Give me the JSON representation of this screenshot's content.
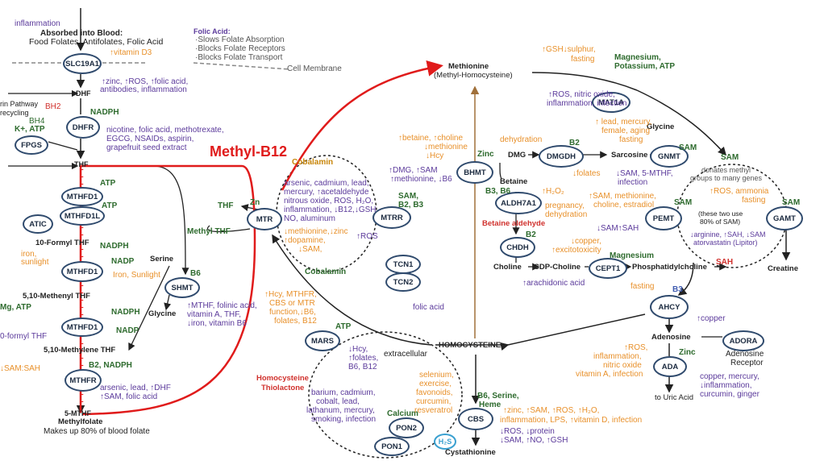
{
  "top_left": {
    "inflammation": "inflammation",
    "absorbed_title": "Absorbed into Blood:",
    "absorbed_items": "Food Folates, Antifolates, Folic Acid",
    "vitamin_d3": "↑vitamin D3",
    "slc_inhib": "↑zinc, ↑ROS, ↑folic acid,",
    "slc_inhib2": "antibodies, inflammation",
    "rin_pathway": "rin Pathway",
    "recycling": "recycling",
    "bh2": "BH2",
    "bh4": "BH4",
    "nadph": "NADPH",
    "k_atp": "K+, ATP",
    "dhfr_inhib1": "nicotine, folic acid, methotrexate,",
    "dhfr_inhib2": "EGCG, NSAIDs, aspirin,",
    "dhfr_inhib3": "grapefruit seed extract"
  },
  "folic_acid": {
    "title": "Folic Acid:",
    "l1": "·Slows Folate Absorption",
    "l2": "·Blocks Folate Receptors",
    "l3": "·Blocks Folate Transport"
  },
  "cell_membrane": "Cell Membrane",
  "nodes": {
    "slc19a1": "SLC19A1",
    "dhfr": "DHFR",
    "fpgs": "FPGS",
    "mthfd1_a": "MTHFD1",
    "mthfd1l": "MTHFD1L",
    "atic": "ATIC",
    "mthfd1_b": "MTHFD1",
    "mthfd1_c": "MTHFD1",
    "mthfr": "MTHFR",
    "shmt": "SHMT",
    "mtr": "MTR",
    "mtrr": "MTRR",
    "tcn1": "TCN1",
    "tcn2": "TCN2",
    "mars": "MARS",
    "pon2": "PON2",
    "pon1": "PON1",
    "cbs": "CBS",
    "bhmt": "BHMT",
    "dmgdh": "DMGDH",
    "aldh7a1": "ALDH7A1",
    "chdh": "CHDH",
    "cept1": "CEPT1",
    "mat1a": "MAT1A",
    "gnmt": "GNMT",
    "pemt": "PEMT",
    "gamt": "GAMT",
    "ahcy": "AHCY",
    "ada": "ADA",
    "adora": "ADORA",
    "h2s": "H₂S"
  },
  "metabolites": {
    "dhf": "DHF",
    "thf": "THF",
    "formyl10": "10-Formyl THF",
    "methenyl": "5,10-Methenyl THF",
    "formyl10b": "0-formyl THF",
    "methylene": "5,10-Methylene THF",
    "mthf5": "5-MTHF",
    "methylfolate": "Methylfolate",
    "makes_up": "Makes up 80% of blood folate",
    "serine": "Serine",
    "glycine": "Glycine",
    "methyl_thf": "Methyl THF",
    "thf_mtr": "THF",
    "cobalamin_top": "Cobalamin",
    "cobalamin_bot": "Cobalamin",
    "methionine": "Methionine",
    "methyl_homo": "(Methyl-Homocysteine)",
    "homocysteine": "HOMOCYSTEINE",
    "extracellular": "extracellular",
    "homocys_thiol1": "Homocysteine",
    "homocys_thiol2": "Thiolactone",
    "cystathionine": "Cystathionine",
    "dmg": "DMG",
    "sarcosine": "Sarcosine",
    "betaine": "Betaine",
    "betaine_ald": "Betaine aldehyde",
    "choline": "Choline",
    "cdp_choline": "CDP-Choline",
    "phosphatidylcholine": "Phosphatidylcholine",
    "sam": "SAM",
    "sah": "SAH",
    "creatine": "Creatine",
    "adenosine": "Adenosine",
    "adenosine_receptor1": "Adenosine",
    "adenosine_receptor2": "Receptor",
    "uric_acid": "to Uric Acid",
    "glycine_gnmt": "Glycine"
  },
  "cofactors": {
    "atp1": "ATP",
    "atp2": "ATP",
    "nadph1": "NADPH",
    "nadp1": "NADP",
    "nadph2": "NADPH",
    "nadp2": "NADP",
    "b6_shmt": "B6",
    "b2_nadph": "B2, NADPH",
    "zn": "Zn",
    "sam_b2_b3": "SAM,",
    "sam_b2_b3b": "B2, B3",
    "atp_mars": "ATP",
    "calcium": "Calcium",
    "b6_serine": "B6, Serine,",
    "heme": "Heme",
    "zinc_bhmt": "Zinc",
    "b2_dmgdh": "B2",
    "b3_b6": "B3, B6",
    "b2_chdh": "B2",
    "magnesium_cept": "Magnesium",
    "mg_pot_atp1": "Magnesium,",
    "mg_pot_atp2": "Potassium, ATP",
    "sam_gnmt": "SAM",
    "sam_pemt": "SAM",
    "sam_gamt": "SAM",
    "sam_node": "SAM",
    "b3_ahcy": "B3",
    "zinc_ada": "Zinc",
    "mg_atp_left": "Mg, ATP",
    "iron_sunlight": "iron,",
    "iron_sunlight2": "sunlight",
    "iron_sunlight_shmt": "Iron, Sunlight"
  },
  "notes": {
    "sam_sah_left": "↓SAM:SAH",
    "mthfr_inhib1": "arsenic, lead, ↑DHF",
    "mthfr_inhib2": "↑SAM, folic acid",
    "shmt_inhib1": "↑MTHF, folinic acid,",
    "shmt_inhib2": "vitamin A, THF,",
    "shmt_inhib3": "↓iron, vitamin B6",
    "mtr_inhib1": "arsenic, cadmium, lead,",
    "mtr_inhib2": "mercury, ↑acetaldehyde",
    "mtr_inhib3": "nitrous oxide, ROS, H₂O,",
    "mtr_inhib4": "inflammation, ↓B12,↓GSH",
    "mtr_inhib5": "NO, aluminum",
    "mtr_org1": "↓methionine,↓zinc",
    "mtr_org2": "↑dopamine,",
    "mtr_org3": "↓SAM,",
    "mtrr_ros": "↑ROS",
    "tcn_folic": "folic acid",
    "mars_org1": "↑Hcy, MTHFR,",
    "mars_org2": "CBS or MTR",
    "mars_org3": "function,↓B6,",
    "mars_org4": "folates, B12",
    "mars_inhib1": "↓Hcy,",
    "mars_inhib2": "↑folates,",
    "mars_inhib3": "B6, B12",
    "pon_inhib1": "barium, cadmium,",
    "pon_inhib2": "cobalt, lead,",
    "pon_inhib3": "lathanum, mercury,",
    "pon_inhib4": "smoking, infection",
    "pon_org1": "selenium,",
    "pon_org2": "exercise,",
    "pon_org3": "favonoids,",
    "pon_org4": "curcumin,",
    "pon_org5": "resveratrol",
    "cbs_org": "↑zinc, ↑SAM, ↑ROS, ↑H₂O,",
    "cbs_org2": "inflammation, LPS, ↑vitamin D, infection",
    "cbs_inhib1": "↓ROS, ↓protein",
    "cbs_inhib2": "↓SAM, ↑NO, ↑GSH",
    "bhmt_org1": "↑betaine, ↑choline",
    "bhmt_org2": "↓methionine",
    "bhmt_org3": "↓Hcy",
    "bhmt_inhib1": "↑DMG, ↑SAM",
    "bhmt_inhib2": "↑methionine, ↓B6",
    "dehydration": "dehydration",
    "folates": "↓folates",
    "aldh_h2o2": "↑H₂O₂",
    "aldh_org1": "pregnancy,",
    "aldh_org2": "dehydration",
    "chdh_org1": "↓copper,",
    "chdh_org2": "↑excitotoxicity",
    "cept_inhib": "↑arachidonic acid",
    "mat_org1": "↑GSH↓sulphur,",
    "mat_org2": "fasting",
    "mat_inhib1": "↑ROS, nitric oxide,",
    "mat_inhib2": "inflammation, infection",
    "gnmt_org1": "↑ lead, mercury,",
    "gnmt_org2": "female, aging",
    "gnmt_org3": "fasting",
    "gnmt_inhib1": "↓SAM, 5-MTHF,",
    "gnmt_inhib2": "infection",
    "pemt_org1": "↑SAM, methionine,",
    "pemt_org2": "choline, estradiol",
    "pemt_inhib": "↓SAM↑SAH",
    "donates1": "donates methyl",
    "donates2": "groups to many genes",
    "ros_ammonia": "↑ROS, ammonia",
    "fasting_gamt": "fasting",
    "these_two1": "(these two use",
    "these_two2": "80% of SAM)",
    "gamt_inhib1": "↓arginine, ↑SAH, ↓SAM",
    "gamt_inhib2": "atorvastatin (Lipitor)",
    "ahcy_fasting": "fasting",
    "ahcy_copper": "↑copper",
    "ada_org1": "↑ROS,",
    "ada_org2": "inflammation,",
    "ada_org3": "nitric oxide",
    "ada_org4": "vitamin A, infection",
    "ada_inhib1": "copper, mercury,",
    "ada_inhib2": "↓inflammation,",
    "ada_inhib3": "curcumin, ginger"
  },
  "highlight_label": "Methyl-B12",
  "colors": {
    "node_border": "#2f4a6d",
    "inhibitor": "#5b3a9b",
    "promoter": "#e8902a",
    "cofactor": "#2e6b2e",
    "highlight": "#e01b1b"
  }
}
